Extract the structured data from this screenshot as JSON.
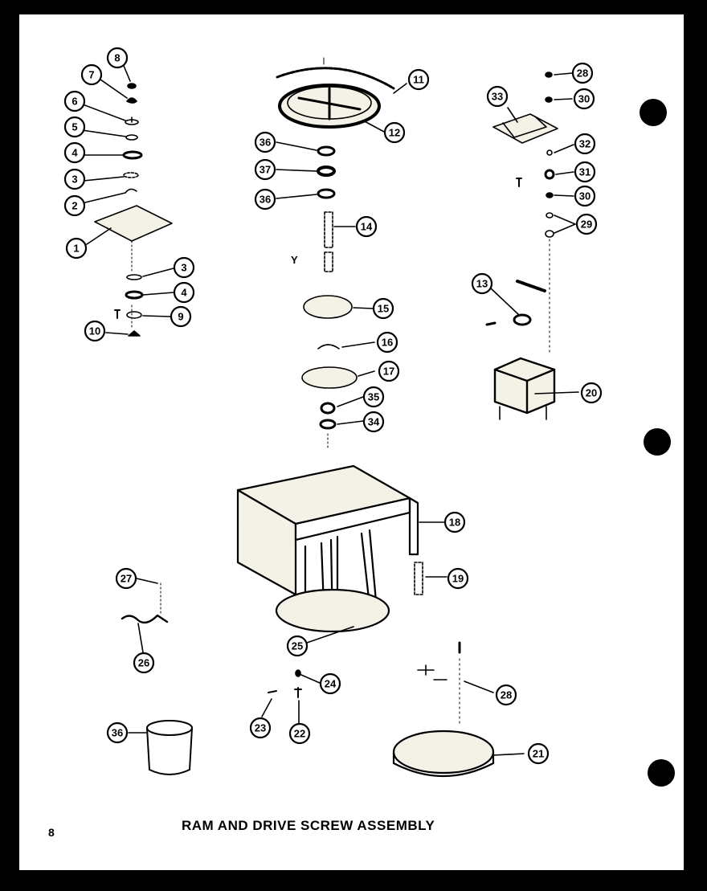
{
  "page": {
    "title": "RAM AND DRIVE SCREW ASSEMBLY",
    "page_number": "8",
    "stray_label": "Y"
  },
  "colors": {
    "background": "#000000",
    "sheet": "#ffffff",
    "ink": "#000000",
    "part_fill": "#f4f1e6"
  },
  "callouts": [
    {
      "id": "c8a",
      "label": "8"
    },
    {
      "id": "c7",
      "label": "7"
    },
    {
      "id": "c6",
      "label": "6"
    },
    {
      "id": "c5",
      "label": "5"
    },
    {
      "id": "c4a",
      "label": "4"
    },
    {
      "id": "c3a",
      "label": "3"
    },
    {
      "id": "c2",
      "label": "2"
    },
    {
      "id": "c1",
      "label": "1"
    },
    {
      "id": "c3b",
      "label": "3"
    },
    {
      "id": "c4b",
      "label": "4"
    },
    {
      "id": "c9",
      "label": "9"
    },
    {
      "id": "c10",
      "label": "10"
    },
    {
      "id": "c11",
      "label": "11"
    },
    {
      "id": "c12",
      "label": "12"
    },
    {
      "id": "c36a",
      "label": "36"
    },
    {
      "id": "c37",
      "label": "37"
    },
    {
      "id": "c36b",
      "label": "36"
    },
    {
      "id": "c14",
      "label": "14"
    },
    {
      "id": "c15",
      "label": "15"
    },
    {
      "id": "c16",
      "label": "16"
    },
    {
      "id": "c17",
      "label": "17"
    },
    {
      "id": "c35",
      "label": "35"
    },
    {
      "id": "c34",
      "label": "34"
    },
    {
      "id": "c28a",
      "label": "28"
    },
    {
      "id": "c30a",
      "label": "30"
    },
    {
      "id": "c33",
      "label": "33"
    },
    {
      "id": "c32",
      "label": "32"
    },
    {
      "id": "c31",
      "label": "31"
    },
    {
      "id": "c30b",
      "label": "30"
    },
    {
      "id": "c29",
      "label": "29"
    },
    {
      "id": "c13",
      "label": "13"
    },
    {
      "id": "c20",
      "label": "20"
    },
    {
      "id": "c18",
      "label": "18"
    },
    {
      "id": "c19",
      "label": "19"
    },
    {
      "id": "c27",
      "label": "27"
    },
    {
      "id": "c26",
      "label": "26"
    },
    {
      "id": "c25",
      "label": "25"
    },
    {
      "id": "c24",
      "label": "24"
    },
    {
      "id": "c23",
      "label": "23"
    },
    {
      "id": "c22",
      "label": "22"
    },
    {
      "id": "c28b",
      "label": "28"
    },
    {
      "id": "c21",
      "label": "21"
    },
    {
      "id": "c36c",
      "label": "36"
    }
  ]
}
